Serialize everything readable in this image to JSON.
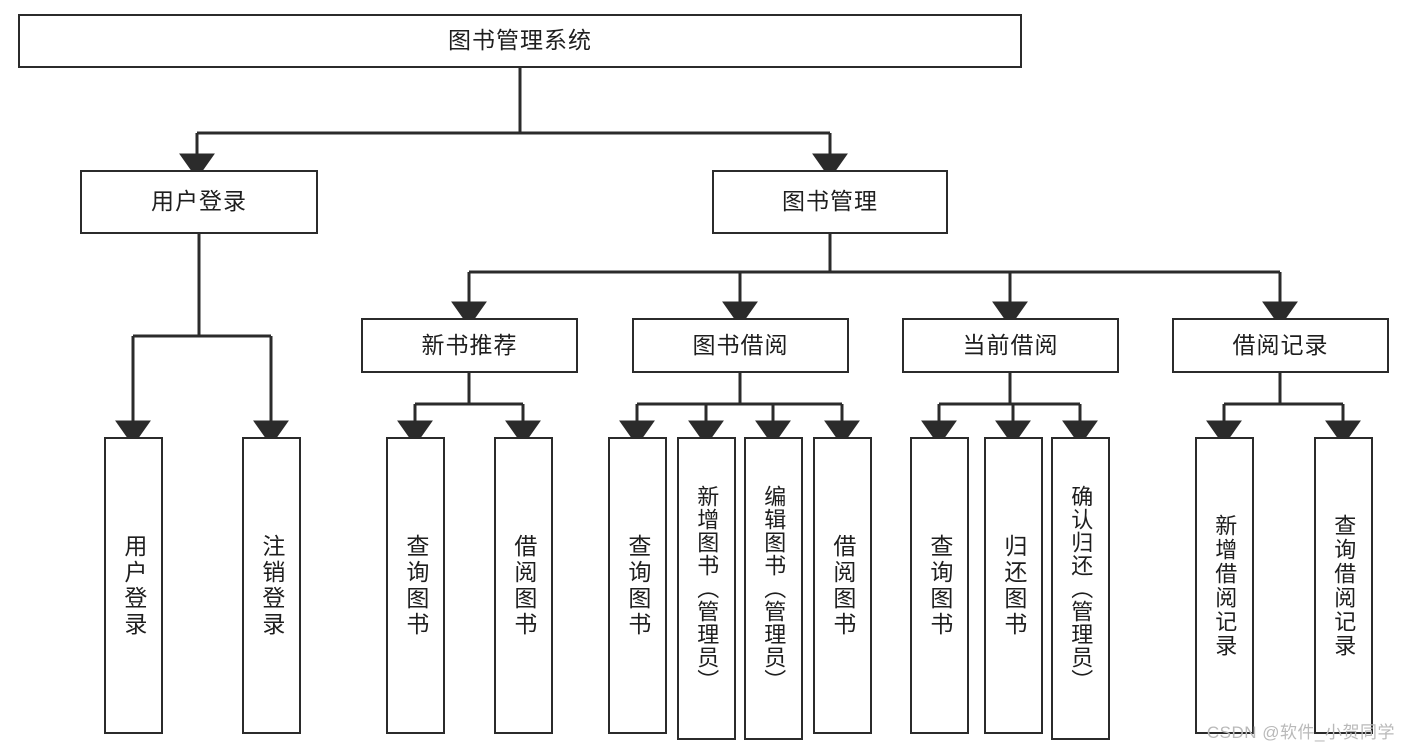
{
  "diagram": {
    "title": "图书管理系统",
    "type": "tree",
    "style": {
      "box_border_color": "#2b2b2b",
      "box_fill_color": "#ffffff",
      "edge_color": "#2b2b2b",
      "background_color": "#ffffff",
      "text_color": "#1e1e1e"
    },
    "root": {
      "label": "图书管理系统"
    },
    "level2": [
      {
        "label": "用户登录"
      },
      {
        "label": "图书管理"
      }
    ],
    "level3": [
      {
        "label": "新书推荐"
      },
      {
        "label": "图书借阅"
      },
      {
        "label": "当前借阅"
      },
      {
        "label": "借阅记录"
      }
    ],
    "leaves": {
      "user_login": [
        {
          "label": "用户登录"
        },
        {
          "label": "注销登录"
        }
      ],
      "new_book_recommend": [
        {
          "label": "查询图书"
        },
        {
          "label": "借阅图书"
        }
      ],
      "book_borrow": [
        {
          "label": "查询图书"
        },
        {
          "label": "新增图书（管理员）"
        },
        {
          "label": "编辑图书（管理员）"
        },
        {
          "label": "借阅图书"
        }
      ],
      "current_borrow": [
        {
          "label": "查询图书"
        },
        {
          "label": "归还图书"
        },
        {
          "label": "确认归还（管理员）"
        }
      ],
      "borrow_record": [
        {
          "label": "新增借阅记录"
        },
        {
          "label": "查询借阅记录"
        }
      ]
    }
  },
  "watermark": {
    "text": "CSDN @软件_小贺同学"
  }
}
